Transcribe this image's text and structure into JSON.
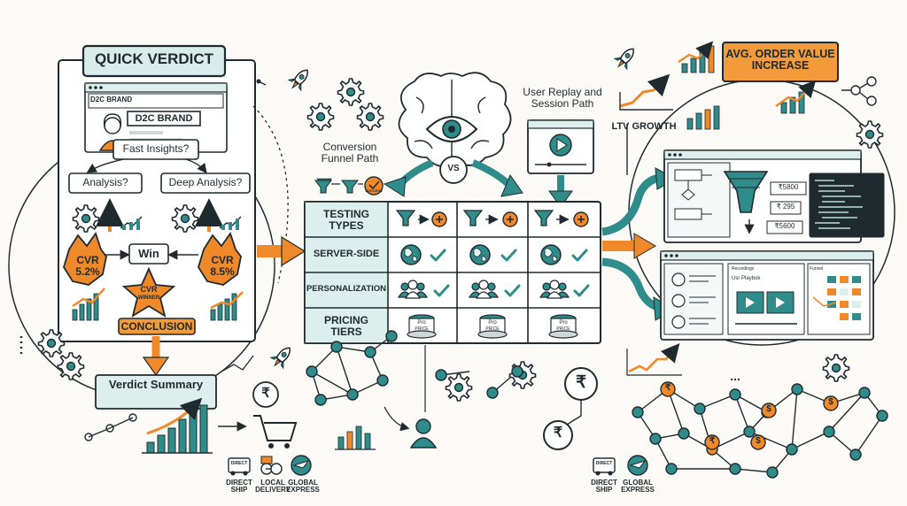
{
  "left": {
    "header": "QUICK VERDICT",
    "browser_caption": "D2C BRAND",
    "brand_title": "D2C BRAND",
    "fast_insights": "Fast Insights?",
    "analysis": "Analysis?",
    "deep_analysis": "Deep Analysis?",
    "win": "Win",
    "cvr_left": "CVR\n5.2%",
    "cvr_right": "CVR\n8.5%",
    "cvr_winner_a": "CVR",
    "cvr_winner_b": "WINNER",
    "conclusion": "CONCLUSION",
    "verdict_summary": "Verdict Summary"
  },
  "center": {
    "conversion_funnel_path": "Conversion\nFunnel Path",
    "vs": "VS",
    "user_replay": "User Replay and\nSession Path",
    "funnel_badge": "SUCCESS",
    "rows": [
      {
        "label": "TESTING\nTYPES"
      },
      {
        "label": "SERVER-SIDE"
      },
      {
        "label": "PERSONALIZATION"
      },
      {
        "label": "PRICING\nTIERS"
      }
    ],
    "price_tag_top": "Pro",
    "price_tag_bottom": "PRICE"
  },
  "right": {
    "aov": "AVG. ORDER VALUE\nINCREASE",
    "ltv": "LTV GROWTH",
    "prices": [
      "₹5800",
      "₹ 295",
      "₹5600"
    ],
    "recordings_title": "Recordings",
    "user_playbook": "Usr Playbok",
    "funnel_label": "Funnel",
    "ellipsis": "..."
  },
  "bottom": {
    "shipping_left": [
      {
        "label": "DIRECT\nSHIP",
        "icon_text": "DIRECT"
      },
      {
        "label": "LOCAL\nDELIVERY",
        "icon_text": ""
      },
      {
        "label": "GLOBAL\nEXPRESS",
        "icon_text": ""
      }
    ],
    "shipping_right": [
      {
        "label": "DIRECT\nSHIP",
        "icon_text": "DIRECT"
      },
      {
        "label": "GLOBAL\nEXPRESS",
        "icon_text": ""
      }
    ],
    "rupee": "₹",
    "dollar": "$"
  },
  "colors": {
    "teal": "#2f8c8a",
    "orange": "#f0892a",
    "ink": "#1f2a2e",
    "pale_teal": "#dcefec"
  }
}
